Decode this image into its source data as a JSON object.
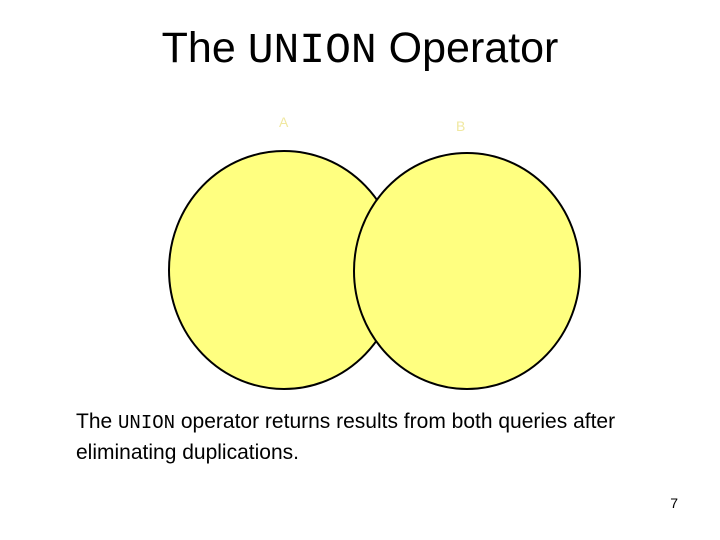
{
  "slide": {
    "title": {
      "prefix": "The ",
      "code": "UNION",
      "suffix": " Operator"
    },
    "venn": {
      "set_a_label": "A",
      "set_b_label": "B",
      "fill_color": "#ffff80",
      "stroke_color": "#000000",
      "label_color": "#f0e8a0"
    },
    "caption": {
      "lead": "The ",
      "code": "UNION",
      "rest": " operator returns results from both queries after eliminating duplications."
    },
    "page_number": "7"
  }
}
